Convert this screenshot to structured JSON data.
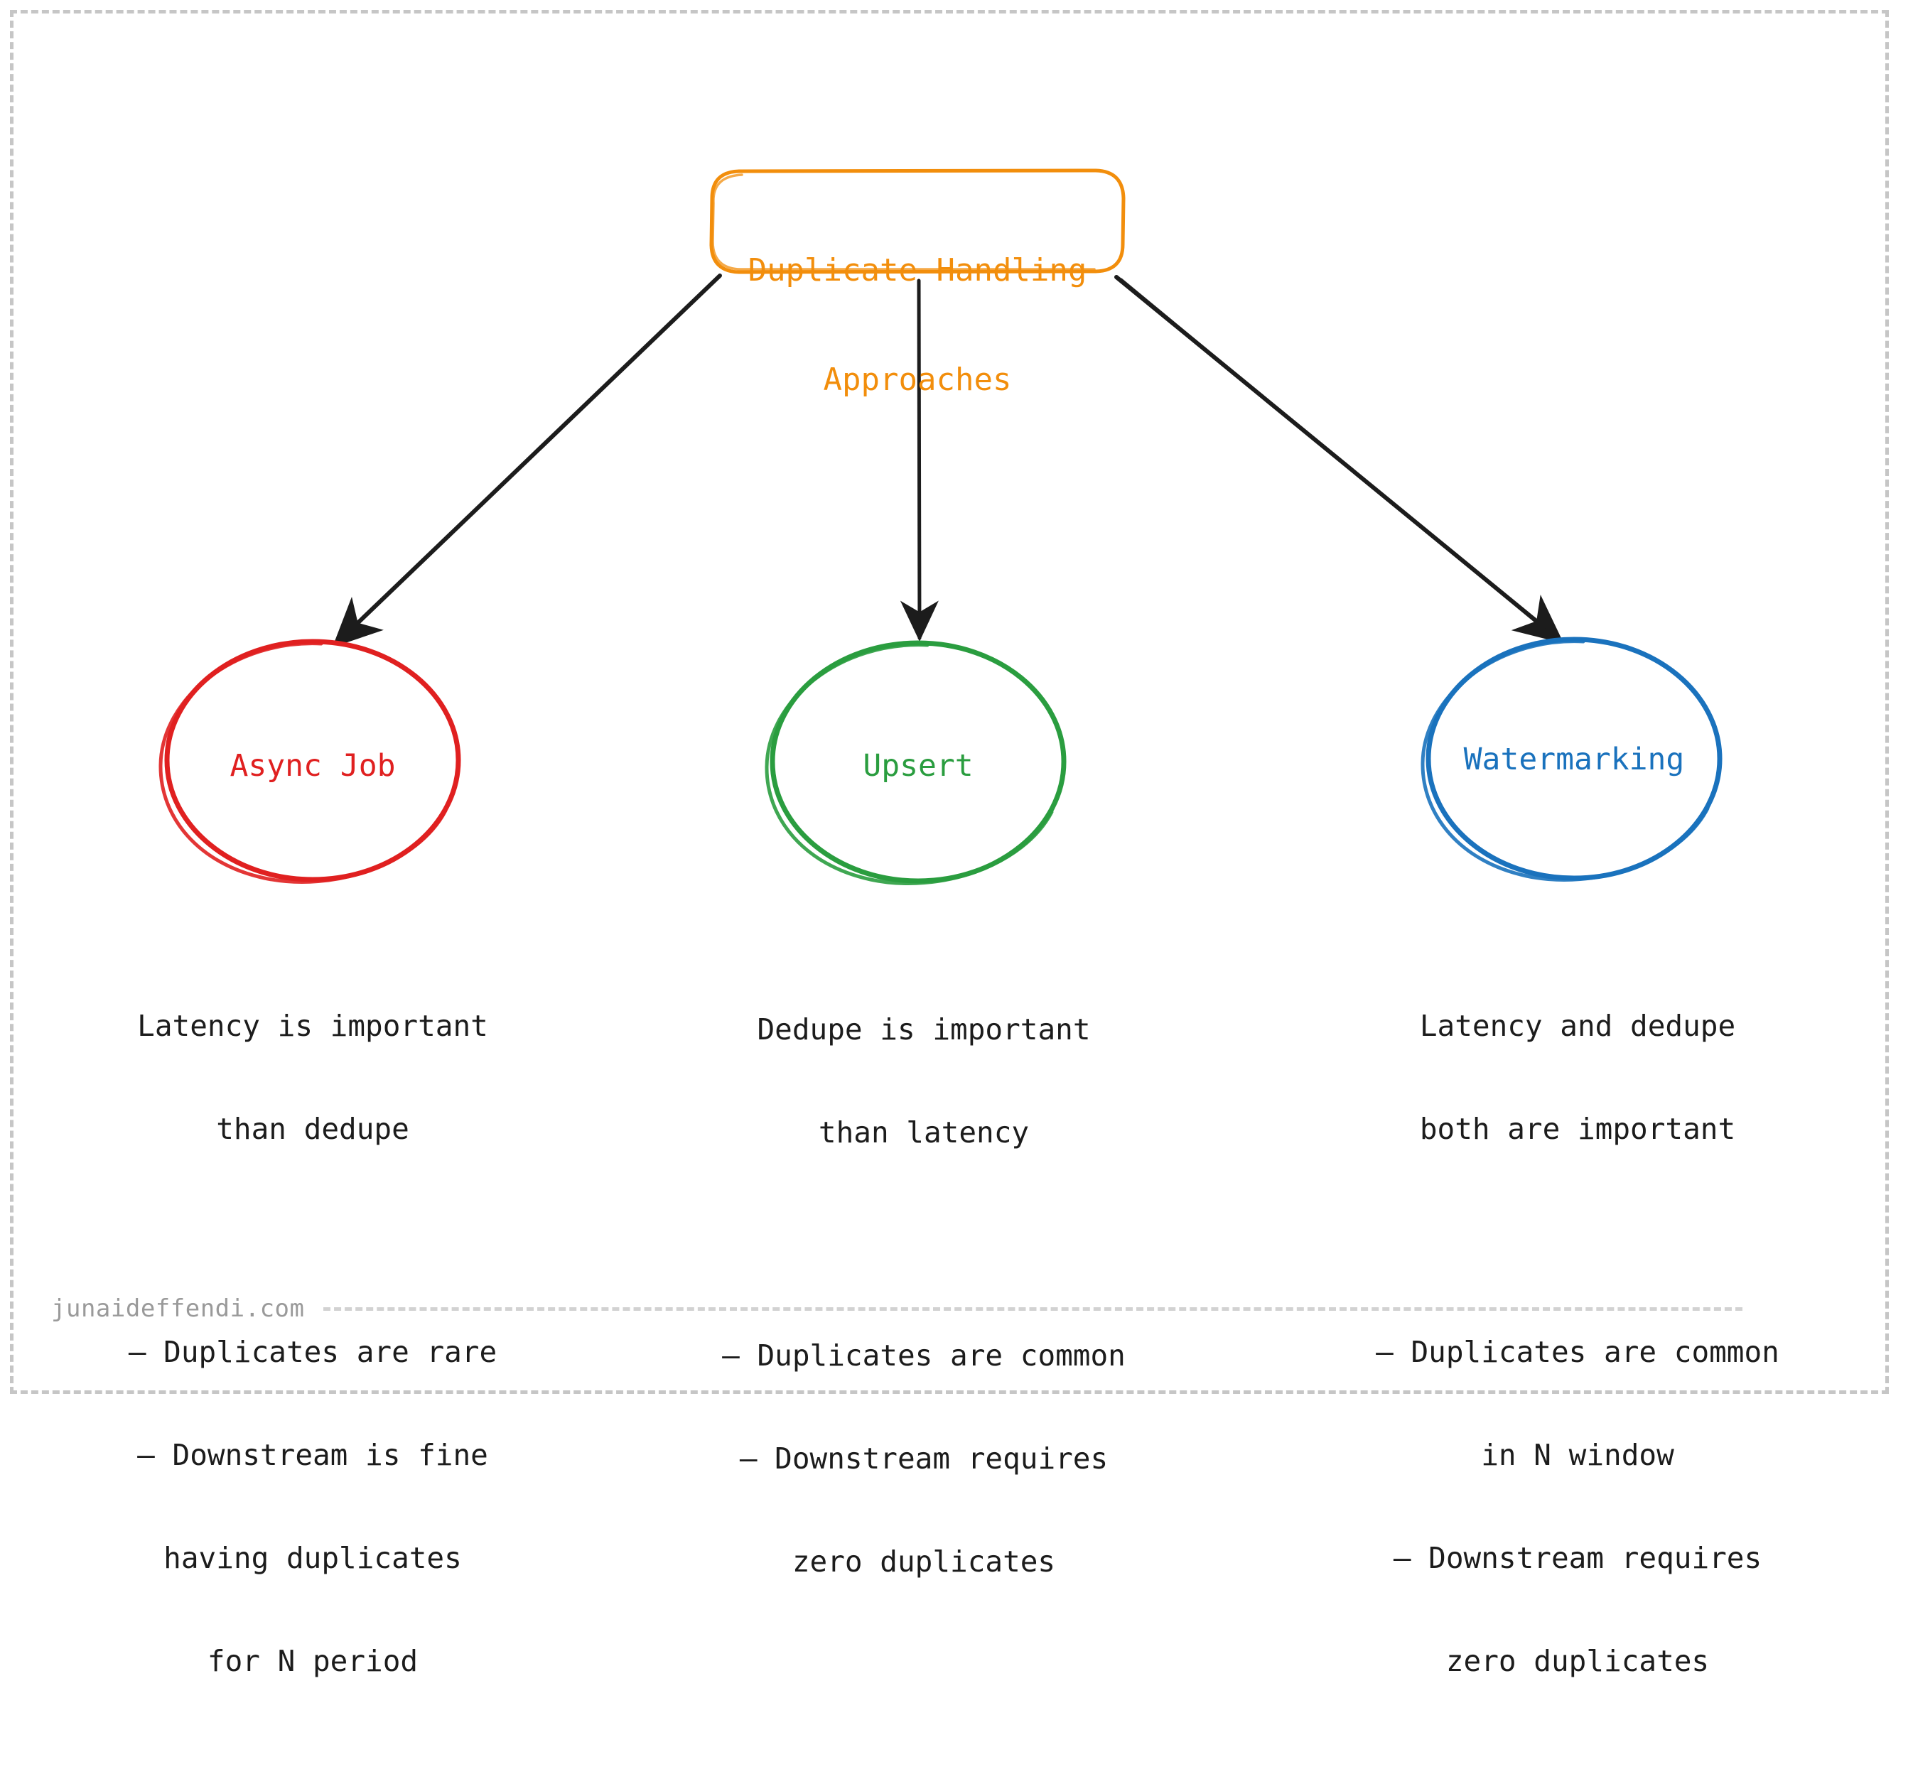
{
  "figure": {
    "title_node": {
      "label_line1": "Duplicate Handling",
      "label_line2": "Approaches",
      "color": "#f28e0c"
    },
    "branches": [
      {
        "id": "async-job",
        "label": "Async Job",
        "color": "#e02020",
        "heading_line1": "Latency is important",
        "heading_line2": "than dedupe",
        "bullets_line1": "– Duplicates are rare",
        "bullets_line2": "– Downstream is fine",
        "bullets_line3": "having duplicates",
        "bullets_line4": "for N period"
      },
      {
        "id": "upsert",
        "label": "Upsert",
        "color": "#2a9d3f",
        "heading_line1": "Dedupe is important",
        "heading_line2": "than latency",
        "bullets_line1": "– Duplicates are common",
        "bullets_line2": "– Downstream requires",
        "bullets_line3": "zero duplicates",
        "bullets_line4": ""
      },
      {
        "id": "watermarking",
        "label": "Watermarking",
        "color": "#1a72bd",
        "heading_line1": "Latency and dedupe",
        "heading_line2": "both are important",
        "bullets_line1": "– Duplicates are common",
        "bullets_line2": "in N window",
        "bullets_line3": "– Downstream requires",
        "bullets_line4": "zero duplicates"
      }
    ],
    "arrows": [
      {
        "from": "title-node",
        "to": "async-job",
        "color": "#1c1c1c"
      },
      {
        "from": "title-node",
        "to": "upsert",
        "color": "#1c1c1c"
      },
      {
        "from": "title-node",
        "to": "watermarking",
        "color": "#1c1c1c"
      }
    ],
    "footer": {
      "watermark": "junaideffendi.com",
      "color": "#9a9a9a"
    },
    "frame": {
      "style": "dashed",
      "color": "#c6c6c6"
    },
    "background": "#ffffff"
  }
}
